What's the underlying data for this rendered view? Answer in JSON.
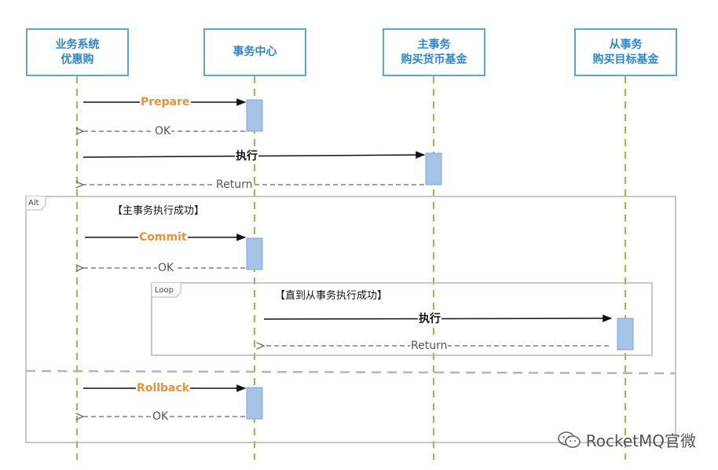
{
  "participants": [
    {
      "id": "biz",
      "line1": "业务系统",
      "line2": "优惠购"
    },
    {
      "id": "tc",
      "line1": "事务中心",
      "line2": ""
    },
    {
      "id": "main",
      "line1": "主事务",
      "line2": "购买货币基金"
    },
    {
      "id": "sub",
      "line1": "从事务",
      "line2": "购买目标基金"
    }
  ],
  "messages": {
    "prepare": "Prepare",
    "ok1": "OK",
    "exec1": "执行",
    "return1": "Return",
    "commit": "Commit",
    "ok2": "OK",
    "exec2": "执行",
    "return2": "Return",
    "rollback": "Rollback",
    "ok3": "OK"
  },
  "frames": {
    "alt": {
      "tag": "Alt",
      "condition": "【主事务执行成功】"
    },
    "loop": {
      "tag": "Loop",
      "condition": "【直到从事务执行成功】"
    }
  },
  "watermark": "RocketMQ官微",
  "colors": {
    "actor_border": "#5aa6dc",
    "actor_text": "#2f86c8",
    "lifeline": "#8cc63f",
    "activation": "#a6c4e6",
    "label_orange": "#e8913a",
    "frame": "#b5b5b5"
  }
}
